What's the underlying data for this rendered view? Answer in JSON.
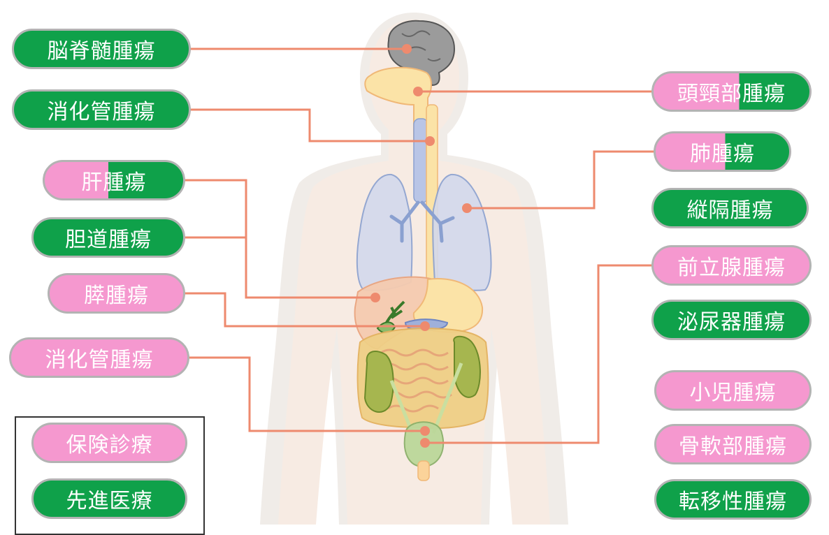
{
  "colors": {
    "insurance": "#f598cf",
    "advanced": "#0fa14a",
    "line": "#ee8a6e",
    "dot": "#ee8a6e",
    "pill_border": "#b3b3b3"
  },
  "legend": {
    "insurance_label": "保険診療",
    "advanced_label": "先進医療"
  },
  "labels": {
    "brain_spinal": {
      "text": "脳脊髄腫瘍",
      "coverage": "advanced"
    },
    "digestive_upper": {
      "text": "消化管腫瘍",
      "coverage": "advanced"
    },
    "liver": {
      "text": "肝腫瘍",
      "coverage": "mixed",
      "insurance_fraction": 0.46
    },
    "biliary": {
      "text": "胆道腫瘍",
      "coverage": "advanced"
    },
    "pancreas": {
      "text": "膵腫瘍",
      "coverage": "insurance"
    },
    "digestive_lower": {
      "text": "消化管腫瘍",
      "coverage": "insurance"
    },
    "head_neck": {
      "text": "頭頸部腫瘍",
      "coverage": "mixed",
      "insurance_fraction": 0.55
    },
    "lung": {
      "text": "肺腫瘍",
      "coverage": "mixed",
      "insurance_fraction": 0.52
    },
    "mediastinum": {
      "text": "縦隔腫瘍",
      "coverage": "advanced"
    },
    "prostate": {
      "text": "前立腺腫瘍",
      "coverage": "insurance"
    },
    "urologic": {
      "text": "泌尿器腫瘍",
      "coverage": "advanced"
    },
    "pediatric": {
      "text": "小児腫瘍",
      "coverage": "insurance"
    },
    "bone_soft": {
      "text": "骨軟部腫瘍",
      "coverage": "insurance"
    },
    "metastatic": {
      "text": "転移性腫瘍",
      "coverage": "advanced"
    }
  }
}
